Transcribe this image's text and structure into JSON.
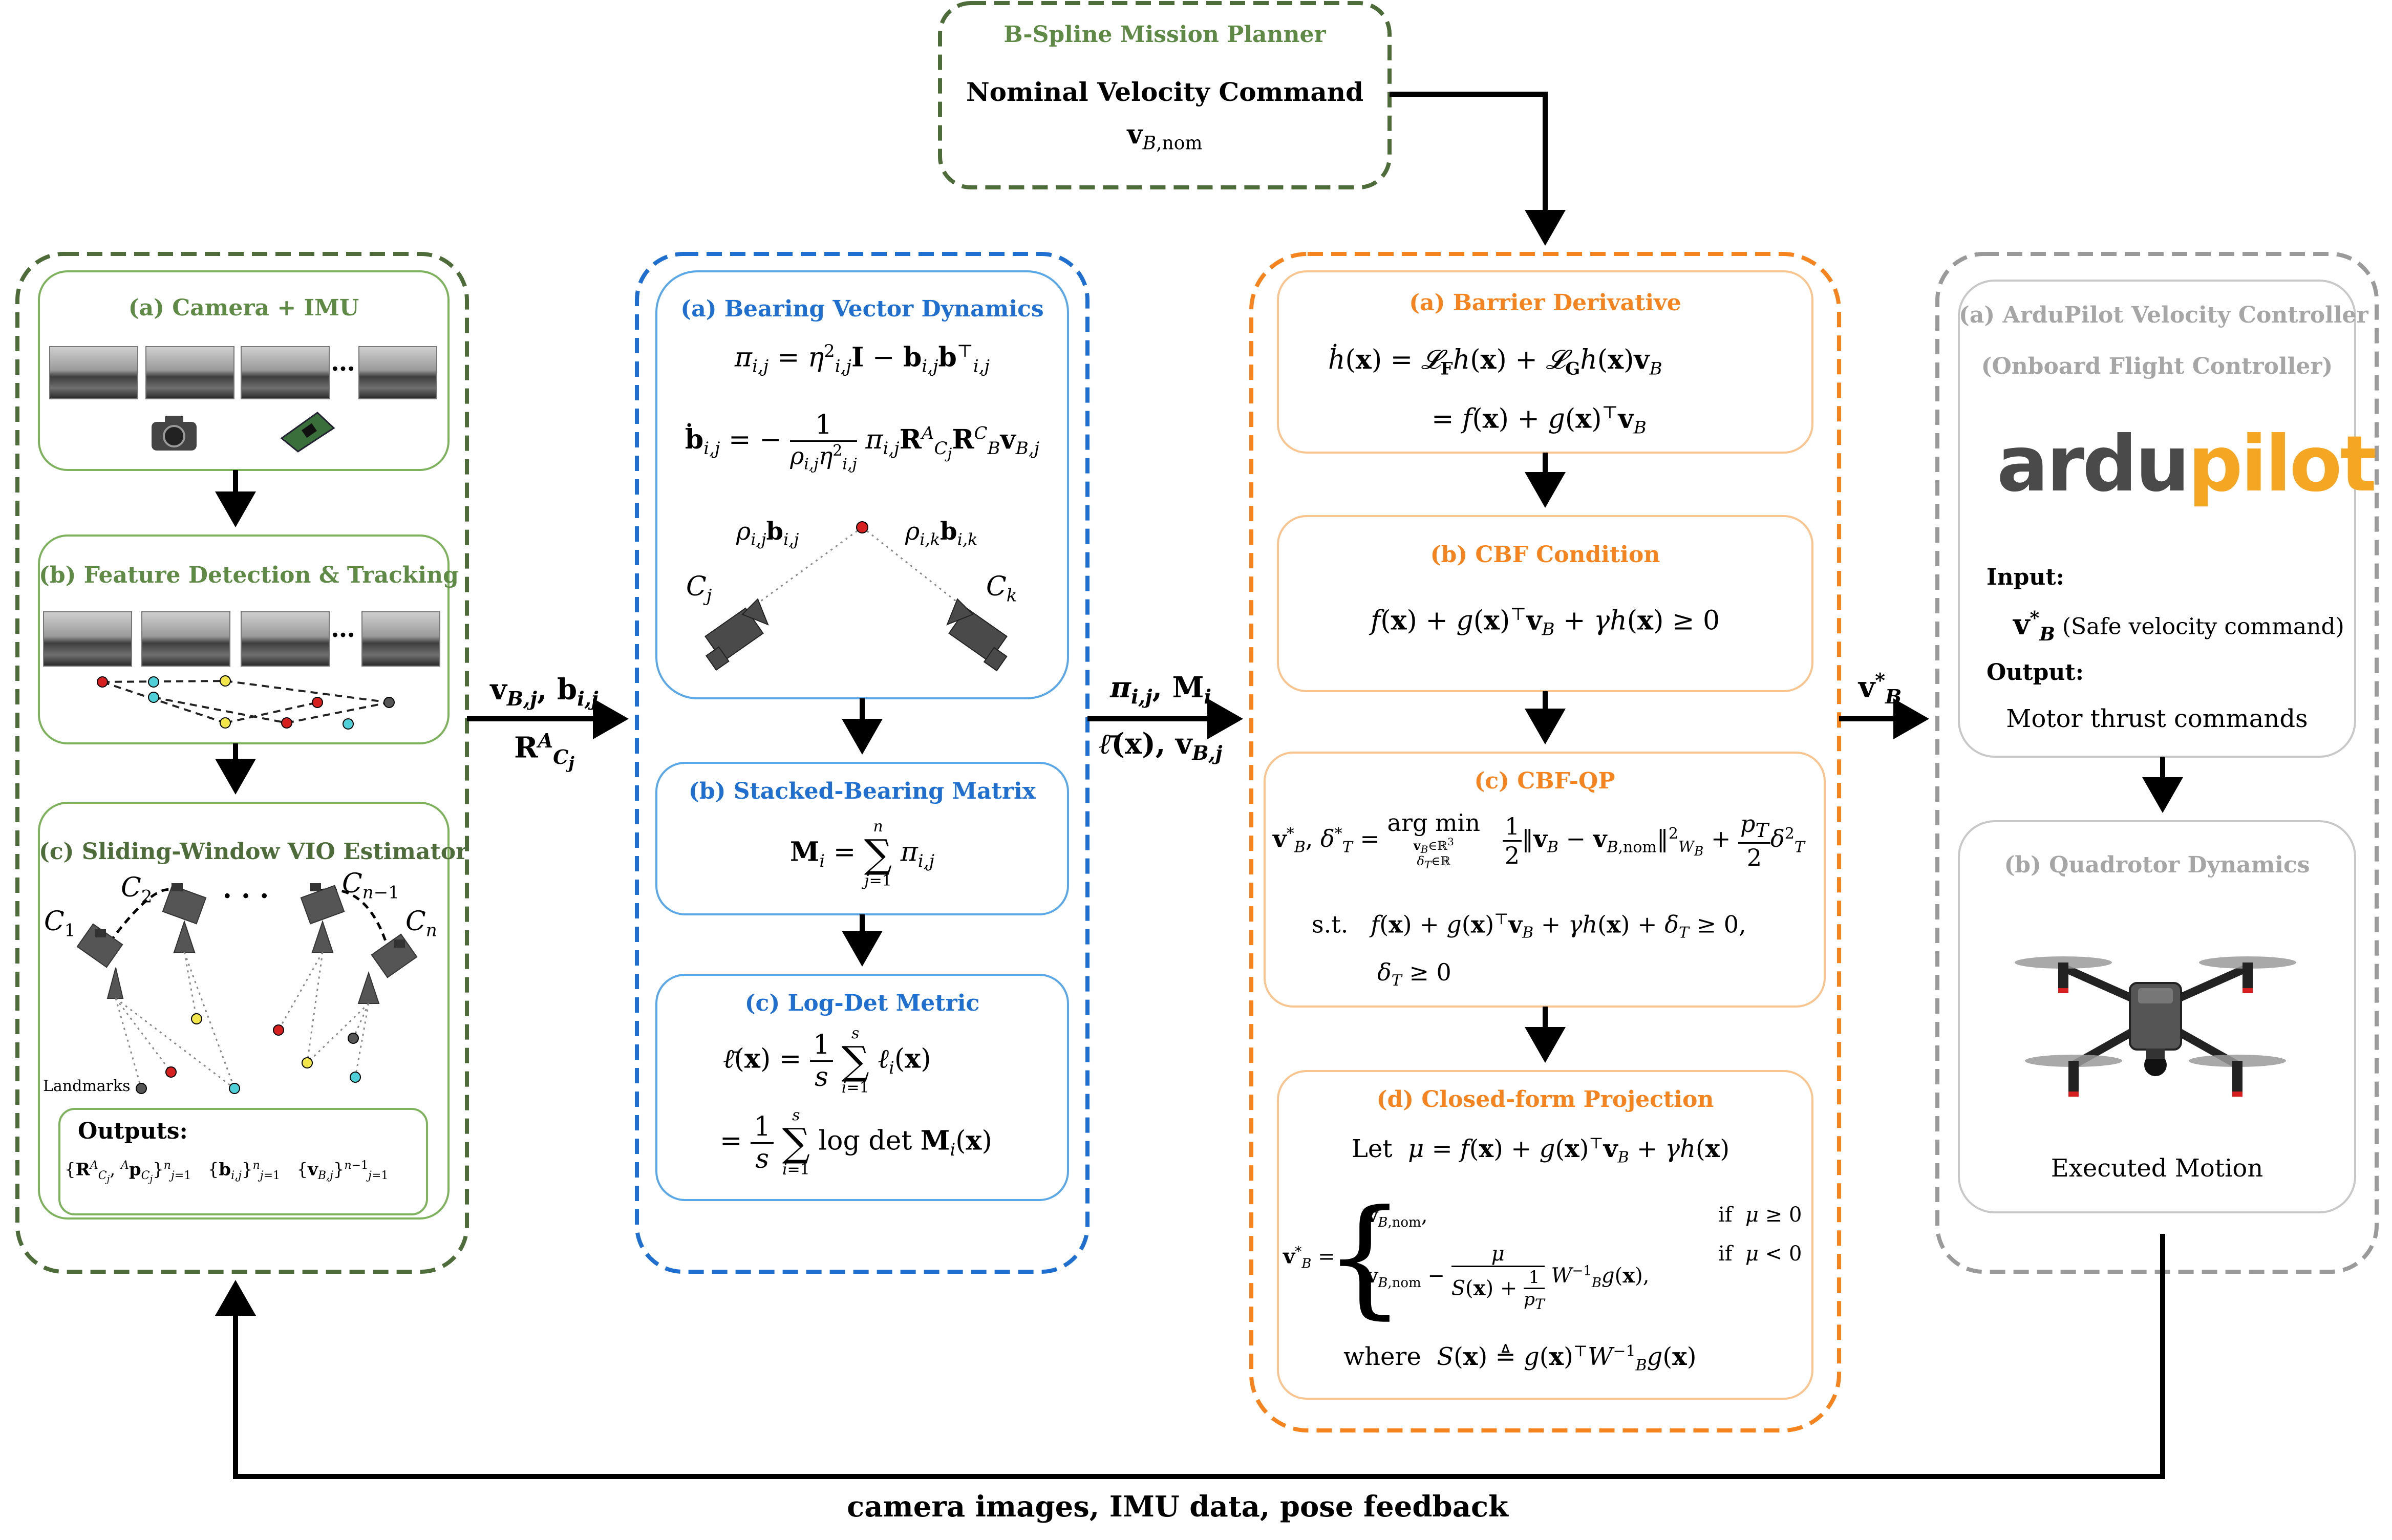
{
  "planner": {
    "title": "B-Spline Mission Planner",
    "line1": "Nominal Velocity Command",
    "line2": "v_B,nom"
  },
  "col1": {
    "a_title": "(a) Camera + IMU",
    "b_title": "(b) Feature Detection & Tracking",
    "c_title": "(c) Sliding-Window VIO Estimator",
    "dots": "· · ·",
    "landmarks": "Landmarks",
    "outputs_title": "Outputs:",
    "cam_labels": [
      "C1",
      "C2",
      "Cn−1",
      "Cn"
    ],
    "outputs": [
      "{R^A_Cj, ^A p_Cj}^n_j=1",
      "{b_i,j}^n_j=1",
      "{v_B,j}^(n−1)_j=1"
    ]
  },
  "arrow1": {
    "top": "v_B,j, b_i,j",
    "bottom": "R^A_Cj"
  },
  "col2": {
    "a_title": "(a) Bearing Vector Dynamics",
    "eq1": "π_i,j = η²_i,j I − b_i,j b_i,jᵀ",
    "eq2": "ḃ_i,j = − 1/(ρ_i,j η²_i,j) π_i,j R^A_Cj R^C_B v_B,j",
    "rho_j": "ρ_i,j b_i,j",
    "rho_k": "ρ_i,k b_i,k",
    "cj": "C_j",
    "ck": "C_k",
    "b_title": "(b) Stacked-Bearing Matrix",
    "eq3": "M_i = Σ^n_j=1 π_i,j",
    "c_title": "(c) Log-Det Metric",
    "eq4": "ℓ̄(x) = 1/s Σ^s_i=1 ℓ_i(x)",
    "eq5": "= 1/s Σ^s_i=1 log det M_i(x)"
  },
  "arrow2": {
    "top": "π_i,j, M_i",
    "bottom": "ℓ̄(x), v_B,j"
  },
  "col3": {
    "a_title": "(a) Barrier Derivative",
    "eq1": "ḣ(x) = L_F h(x) + L_G h(x) v_B",
    "eq2": "= f(x) + g(x)ᵀ v_B",
    "b_title": "(b) CBF Condition",
    "eq3": "f(x) + g(x)ᵀ v_B + γh(x) ≥ 0",
    "c_title": "(c) CBF-QP",
    "eq4": "v*_B, δ*_T = arg min 1/2‖v_B − v_B,nom‖²_WB + p_T/2 δ²_T",
    "eq5": "s.t. f(x) + g(x)ᵀ v_B + γh(x) + δ_T ≥ 0,",
    "eq6": "δ_T ≥ 0",
    "d_title": "(d) Closed-form Projection",
    "eq7": "Let μ = f(x) + g(x)ᵀ v_B + γh(x)",
    "eq8": "v*_B = { v_B,nom, if μ ≥ 0 ; v_B,nom − μ/(S(x)+1/p_T) W_B⁻¹ g(x), if μ < 0 }",
    "eq9": "where S(x) ≜ g(x)ᵀ W_B⁻¹ g(x)"
  },
  "arrow3": {
    "label": "v*_B"
  },
  "col4": {
    "a_title": "(a) ArduPilot Velocity Controller",
    "a_sub": "(Onboard Flight Controller)",
    "logo_text": "ardupilot",
    "input_label": "Input:",
    "input_value": "(Safe velocity command)",
    "output_label": "Output:",
    "output_value": "Motor thrust commands",
    "b_title": "(b) Quadrotor Dynamics",
    "b_caption": "Executed Motion"
  },
  "feedback": {
    "label": "camera images, IMU data, pose feedback"
  },
  "colors": {
    "dark_green": "#4e6b3a",
    "green": "#7fb25d",
    "dark_blue": "#1f6fd1",
    "light_blue": "#5aa8e8",
    "orange": "#f5841f",
    "light_orange": "#f9c48e",
    "gray": "#9a9a9a"
  }
}
